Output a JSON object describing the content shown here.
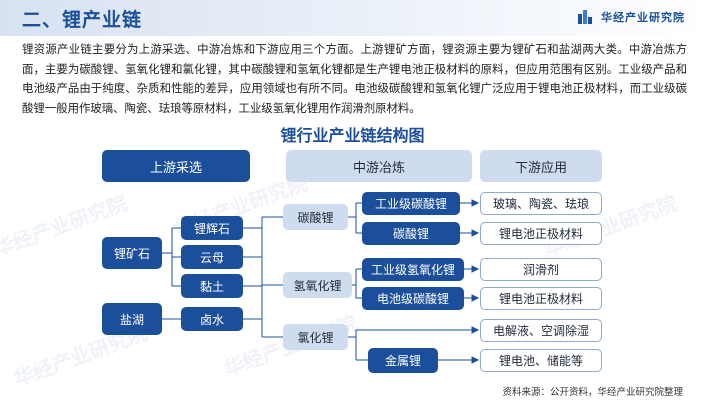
{
  "header": {
    "title": "二、锂产业链",
    "brand": "华经产业研究院"
  },
  "paragraph": "锂资源产业链主要分为上游采选、中游冶炼和下游应用三个方面。上游锂矿方面，锂资源主要为锂矿石和盐湖两大类。中游冶炼方面，主要为碳酸锂、氢氧化锂和氯化锂，其中碳酸锂和氢氧化锂都是生产锂电池正极材料的原料，但应用范围有区别。工业级产品和电池级产品由于纯度、杂质和性能的差异，应用领域也有所不同。电池级碳酸锂和氢氧化锂广泛应用于锂电池正极材料，而工业级碳酸锂一般用作玻璃、陶瓷、珐琅等原材料，工业级氢氧化锂用作润滑剂原材料。",
  "chart_title": "锂行业产业链结构图",
  "columns": {
    "upstream": "上游采选",
    "midstream": "中游冶炼",
    "downstream": "下游应用"
  },
  "upstream": {
    "ore": "锂矿石",
    "salt_lake": "盐湖",
    "minerals": [
      "锂辉石",
      "云母",
      "黏土",
      "卤水"
    ]
  },
  "midstream": {
    "carbonate": "碳酸锂",
    "hydroxide": "氢氧化锂",
    "chloride": "氯化锂",
    "industrial_carbonate": "工业级碳酸锂",
    "battery_carbonate": "碳酸锂",
    "industrial_hydroxide": "工业级氢氧化锂",
    "battery_hydroxide": "电池级碳酸锂",
    "metal_lithium": "金属锂"
  },
  "downstream": {
    "glass": "玻璃、陶瓷、珐琅",
    "cathode_1": "锂电池正极材料",
    "lubricant": "润滑剂",
    "cathode_2": "锂电池正极材料",
    "electrolyte": "电解液、空调除湿",
    "battery": "锂电池、储能等"
  },
  "source": "资料来源：公开资料，华经产业研究院整理",
  "watermark": "华经产业研究院",
  "colors": {
    "dark": "#1b4f9c",
    "light": "#cfdcef",
    "line": "#1b4f9c"
  }
}
